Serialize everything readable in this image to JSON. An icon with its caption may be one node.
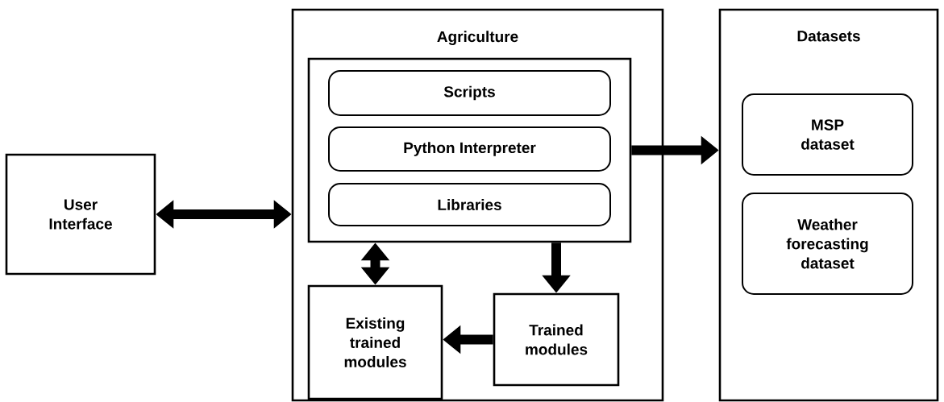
{
  "diagram": {
    "nodes": [
      {
        "text": [
          "User Interface"
        ]
      },
      {
        "text": [
          "Agriculture"
        ]
      },
      {
        "text": [],
        "shape": "box",
        "in": 1
      },
      {
        "text": [
          "Scripts"
        ],
        "in": 2
      },
      {
        "text": [
          "Python Interpreter"
        ],
        "in": 2
      },
      {
        "text": [
          "Libraries"
        ],
        "in": 2
      },
      {
        "text": [
          "Existing trained modules"
        ],
        "in": 1
      },
      {
        "text": [
          "Trained modules"
        ],
        "in": 1
      },
      {
        "text": [
          "Datasets"
        ]
      },
      {
        "text": [
          "MSP dataset"
        ],
        "in": 8
      },
      {
        "text": [
          "Weather forecasting dataset"
        ],
        "in": 8
      }
    ],
    "edges": [
      {
        "from": 0,
        "to": 1,
        "arrow": "both"
      },
      {
        "from": 2,
        "to": 8,
        "arrow": "to"
      },
      {
        "from": 2,
        "to": 6,
        "arrow": "both"
      },
      {
        "from": 2,
        "to": 7,
        "arrow": "to"
      },
      {
        "from": 7,
        "to": 6,
        "arrow": "to"
      }
    ]
  }
}
